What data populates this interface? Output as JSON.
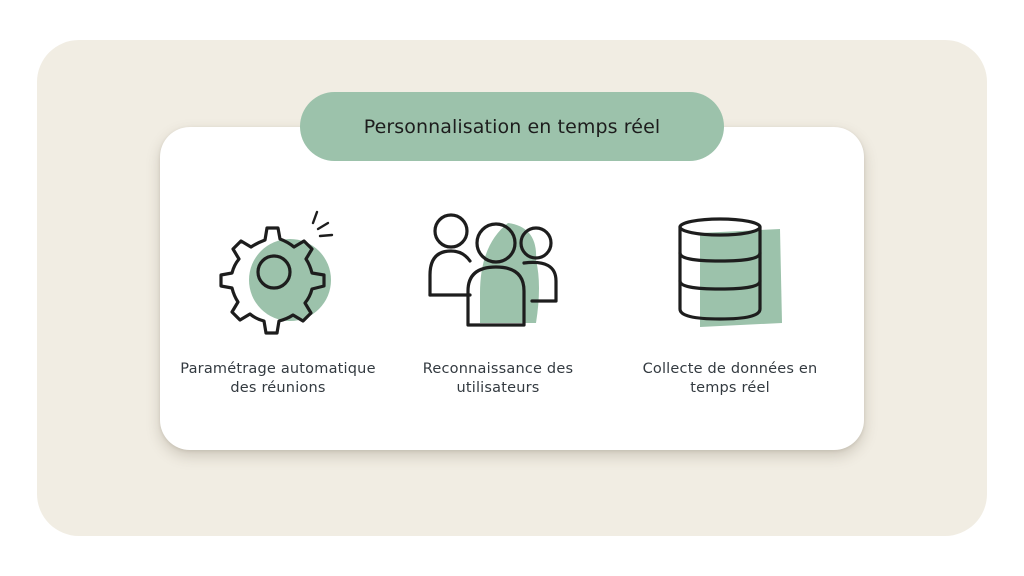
{
  "header": {
    "title": "Personnalisation en temps réel"
  },
  "features": [
    {
      "label": "Paramétrage automatique des réunions",
      "icon": "gear-icon"
    },
    {
      "label": "Reconnaissance des utilisateurs",
      "icon": "users-icon"
    },
    {
      "label": "Collecte de données en temps réel",
      "icon": "database-icon"
    }
  ],
  "colors": {
    "backdrop": "#f1ede3",
    "accent": "#9cc2ab",
    "ink": "#1d1d1d",
    "text": "#333a40"
  }
}
